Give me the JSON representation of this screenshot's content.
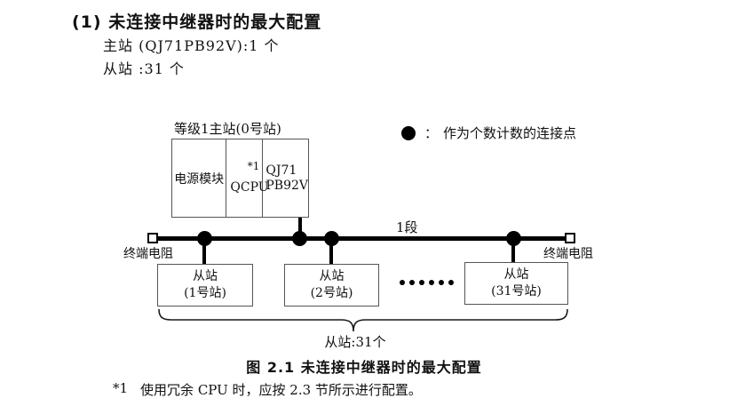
{
  "header": {
    "title": "(1) 未连接中继器时的最大配置",
    "master_count_line": "主站 (QJ71PB92V):1 个",
    "slave_count_line": "从站 :31 个"
  },
  "diagram": {
    "master_station": {
      "label": "等级1主站(0号站)",
      "power_module": "电源模块",
      "cpu": "QCPU",
      "cpu_footnote_ref": "*1",
      "network_module_line1": "QJ71",
      "network_module_line2": "PB92V"
    },
    "legend": {
      "separator": "：",
      "text": "作为个数计数的连接点"
    },
    "bus": {
      "segment_label": "1段",
      "terminator_left_label": "终端电阻",
      "terminator_right_label": "终端电阻"
    },
    "slaves": [
      {
        "line1": "从站",
        "line2": "(1号站)"
      },
      {
        "line1": "从站",
        "line2": "(2号站)"
      },
      {
        "line1": "从站",
        "line2": "(31号站)"
      }
    ],
    "brace_label": "从站:31个"
  },
  "caption": "图 2.1 未连接中继器时的最大配置",
  "footnote": {
    "marker": "*1",
    "text": "使用冗余 CPU 时，应按 2.3 节所示进行配置。"
  },
  "colors": {
    "line": "#000000",
    "box_border": "#555555",
    "text": "#111111",
    "background": "#ffffff"
  }
}
